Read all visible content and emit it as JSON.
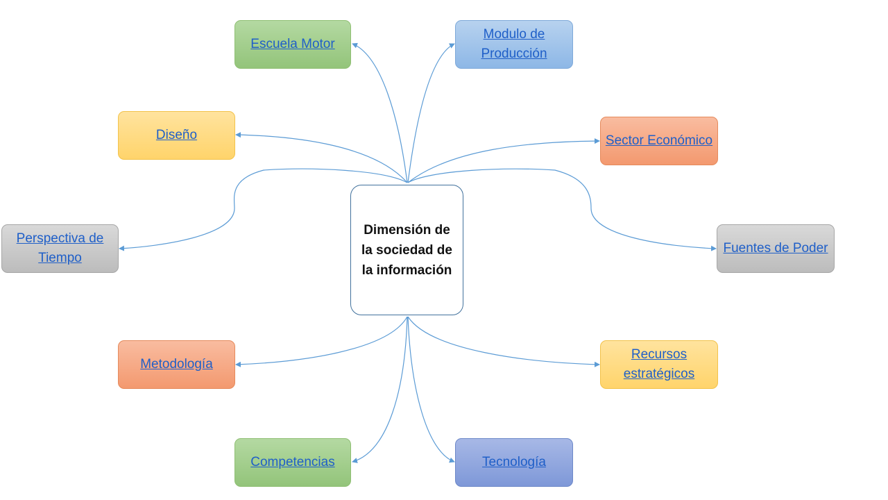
{
  "diagram": {
    "center": {
      "label": "Dimensión de la sociedad de la información"
    },
    "nodes": {
      "escuela_motor": "Escuela Motor",
      "modulo_produccion": "Modulo de Producción",
      "diseno": "Diseño",
      "sector_economico": "Sector Económico",
      "perspectiva_tiempo": "Perspectiva de Tiempo",
      "fuentes_poder": "Fuentes de Poder",
      "metodologia": "Metodología",
      "recursos_estrategicos": "Recursos estratégicos",
      "competencias": "Competencias",
      "tecnologia": "Tecnología"
    },
    "colors": {
      "green": "#9bcb85",
      "blue": "#9dc3ea",
      "yellow": "#ffd97a",
      "orange": "#f5a47e",
      "gray": "#c8c8c8",
      "navy": "#8aa2dc",
      "connector": "#5b9bd5",
      "link": "#1f5fc8"
    }
  }
}
